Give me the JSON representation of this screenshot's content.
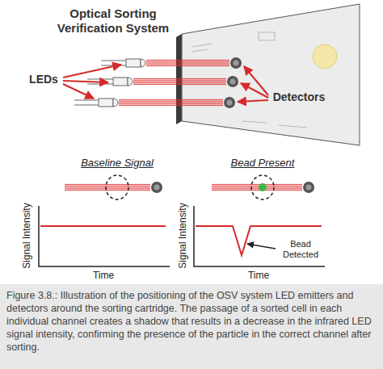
{
  "diagram": {
    "title": "Optical Sorting Verification System",
    "caption": "Figure 3.8.: Illustration of the positioning of the OSV system LED emitters and detectors around the sorting cartridge. The passage of a sorted cell in each individual channel creates a shadow that results in a decrease in the infrared LED signal intensity, confirming the presence of the particle in the correct channel after sorting.",
    "labels": [
      "LEDs",
      "Detectors",
      "Baseline Signal",
      "Bead Present",
      "Signal Intensity",
      "Time",
      "Signal Intensity",
      "Time",
      "Bead Detected"
    ]
  }
}
